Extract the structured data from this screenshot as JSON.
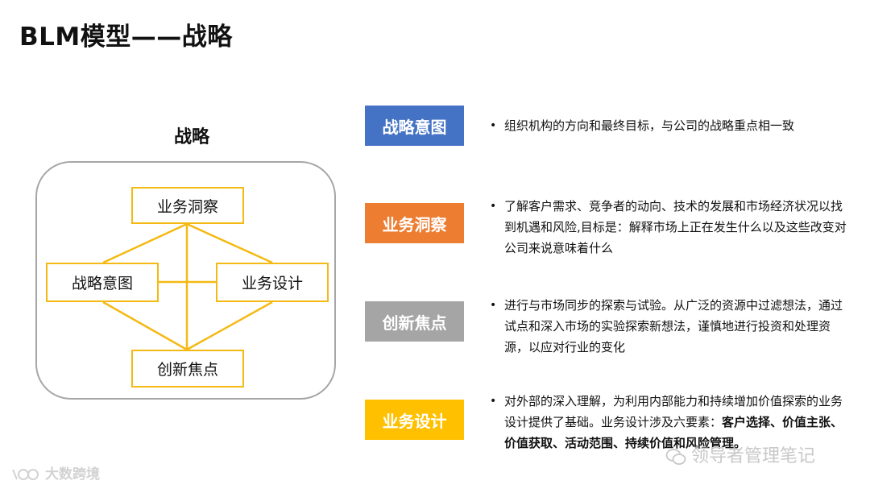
{
  "page": {
    "title": "BLM模型——战略"
  },
  "diagram": {
    "title": "战略",
    "nodes": {
      "insight": "业务洞察",
      "intent": "战略意图",
      "design": "业务设计",
      "innovation": "创新焦点"
    },
    "colors": {
      "node_border": "#f4b913",
      "frame_border": "#a6a6a6"
    }
  },
  "sections": [
    {
      "label": "战略意图",
      "color": "#4472c4",
      "desc": "组织机构的方向和最终目标，与公司的战略重点相一致"
    },
    {
      "label": "业务洞察",
      "color": "#ed7d31",
      "desc": "了解客户需求、竞争者的动向、技术的发展和市场经济状况以找到机遇和风险,目标是：解释市场上正在发生什么以及这些改变对公司来说意味着什么"
    },
    {
      "label": "创新焦点",
      "color": "#a5a5a5",
      "desc": "进行与市场同步的探索与试验。从广泛的资源中过滤想法，通过试点和深入市场的实验探索新想法，谨慎地进行投资和处理资源，以应对行业的变化"
    },
    {
      "label": "业务设计",
      "color": "#ffc000",
      "desc_plain": "对外部的深入理解，为利用内部能力和持续增加价值探索的业务设计提供了基础。业务设计涉及六要素：",
      "desc_bold": "客户选择、价值主张、价值获取、活动范围、持续价值和风险管理。"
    }
  ],
  "bullet_char": "•",
  "watermarks": {
    "left": "大数跨境",
    "right": "领导者管理笔记"
  }
}
